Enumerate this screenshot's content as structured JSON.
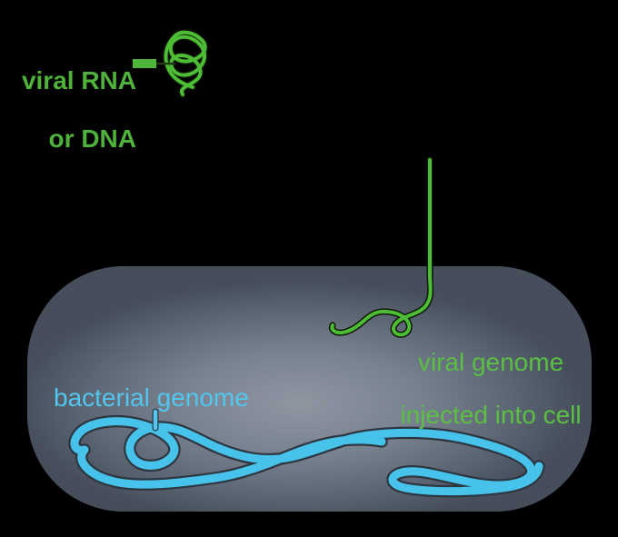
{
  "figure": {
    "description": "Diagram of a viral genome being injected into a bacterial cell",
    "background_color": "#000000",
    "labels": {
      "viral_source": {
        "line1": "viral RNA",
        "line2": "or DNA",
        "color": "#4fb23a"
      },
      "injection": {
        "line1": "viral genome",
        "line2": "injected into cell",
        "color": "#5abf44"
      },
      "bacterial_genome": {
        "text": "bacterial genome",
        "color": "#52c6ee"
      }
    },
    "colors": {
      "viral_strand_green": "#4dbd36",
      "viral_strand_outline": "#0e1807",
      "leader_dash_green": "#4fb53a",
      "leader_thin_dark": "#1e3a12",
      "bacterial_genome_blue": "#47c2ea",
      "bacterial_genome_outline": "#2e3640",
      "genome_tick_blue": "#52c6ee",
      "cell_gradient_center": "#8e96a2",
      "cell_gradient_mid1": "#79828f",
      "cell_gradient_mid2": "#5c6573",
      "cell_gradient_edge": "#454e5a"
    }
  }
}
